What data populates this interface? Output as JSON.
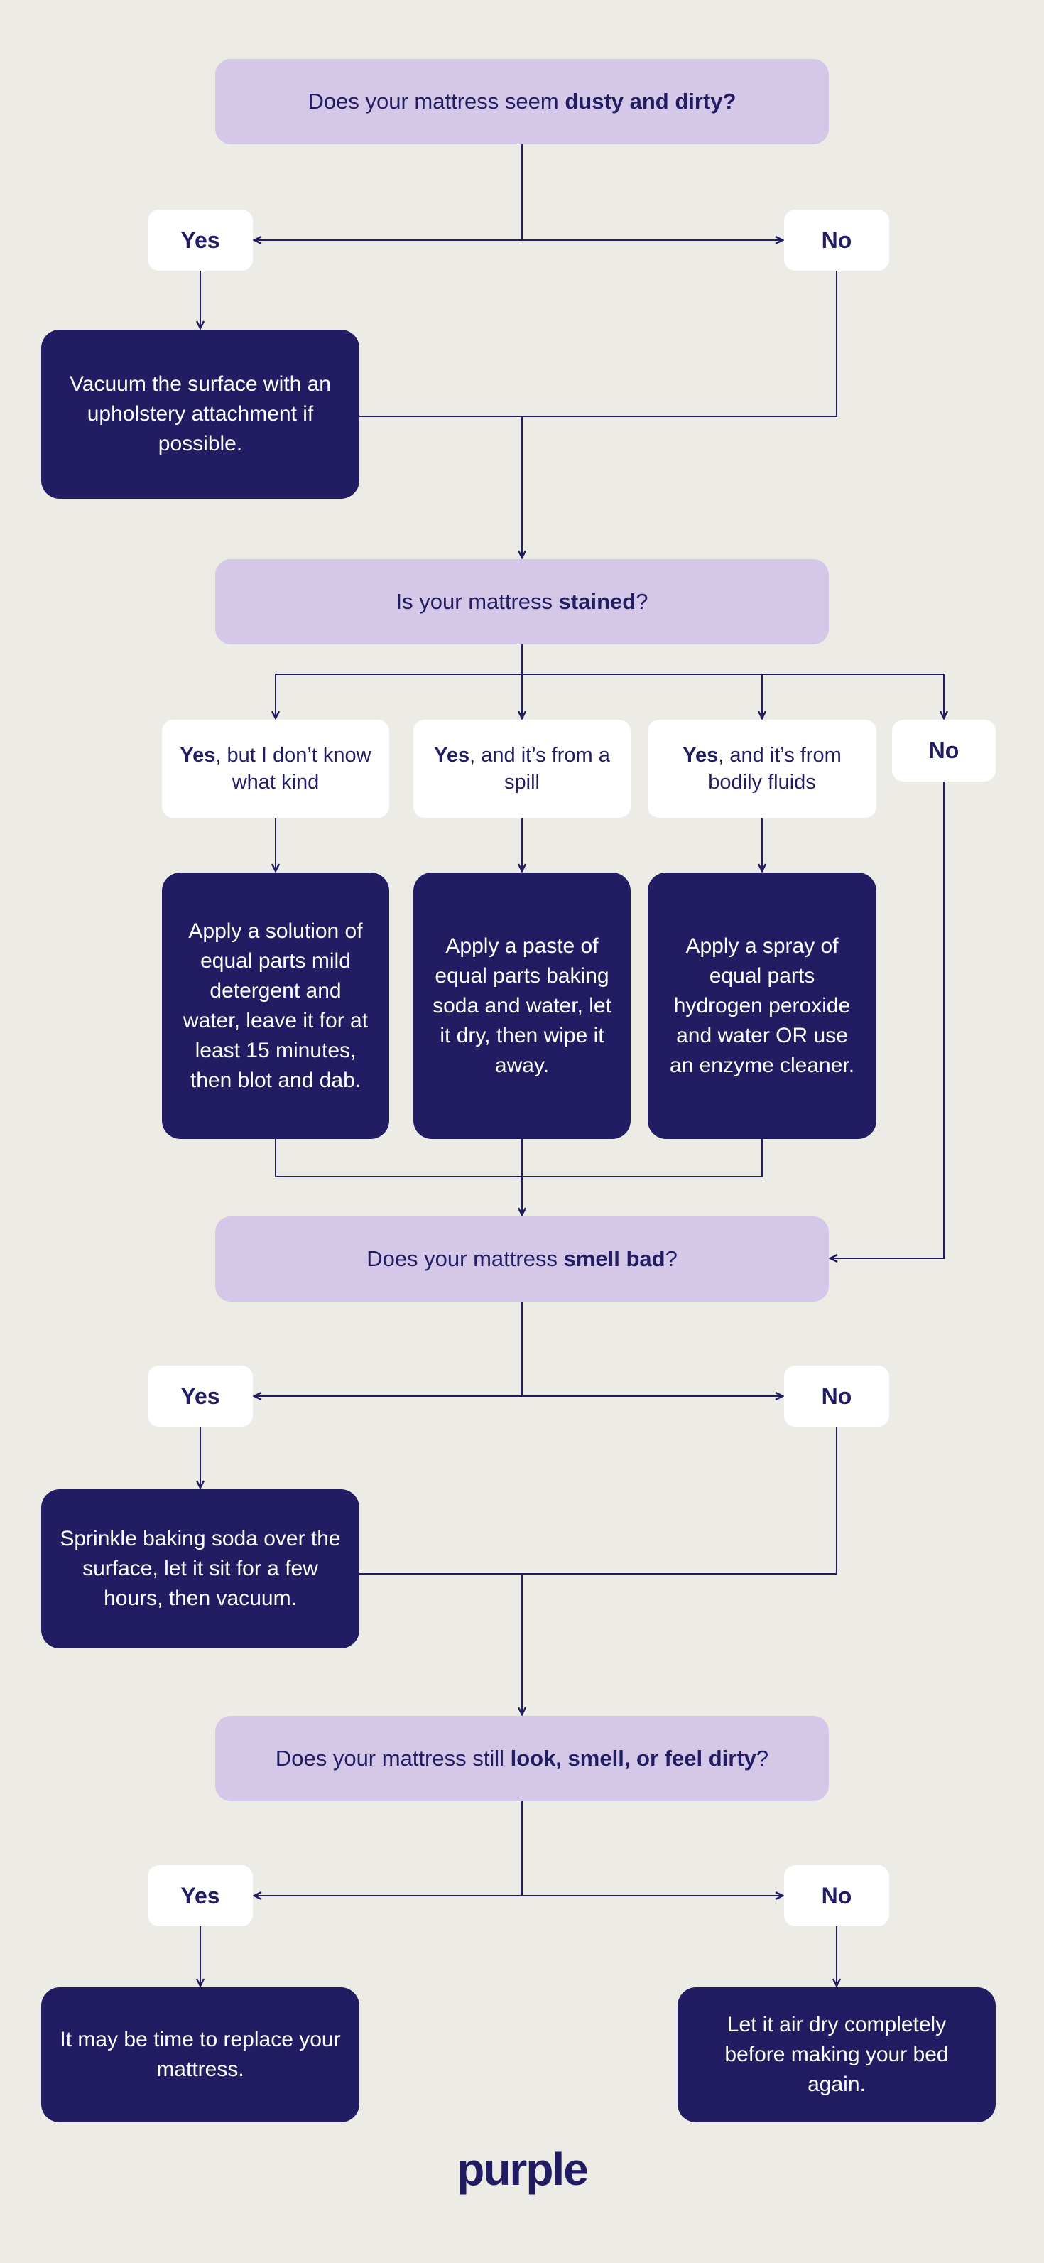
{
  "colors": {
    "background": "#ecebe6",
    "navy": "#221d62",
    "lavender": "#d5c7e8",
    "white": "#ffffff"
  },
  "flow": {
    "q_dusty": {
      "prefix": "Does your mattress seem ",
      "bold": "dusty and dirty?"
    },
    "yes": "Yes",
    "no": "No",
    "vacuum": "Vacuum the surface with an upholstery attachment if possible.",
    "q_stained": {
      "prefix": "Is your mattress ",
      "bold": "stained",
      "suffix": "?"
    },
    "stain_unknown": {
      "bold": "Yes",
      "rest": ", but I don’t know what kind"
    },
    "stain_spill": {
      "bold": "Yes",
      "rest": ", and it’s from a spill"
    },
    "stain_fluids": {
      "bold": "Yes",
      "rest": ", and it’s from bodily fluids"
    },
    "detergent": "Apply a solution of equal parts mild detergent and water, leave it for at least 15 minutes, then blot and dab.",
    "paste": "Apply a paste of equal parts baking soda and water, let it dry, then wipe it away.",
    "peroxide": "Apply a spray of equal parts hydrogen peroxide and water OR use an enzyme cleaner.",
    "q_smell": {
      "prefix": "Does your mattress ",
      "bold": "smell bad",
      "suffix": "?"
    },
    "sprinkle": "Sprinkle baking soda over the surface, let it sit for a few hours, then vacuum.",
    "q_dirty": {
      "prefix": "Does your mattress still ",
      "bold": "look, smell, or feel dirty",
      "suffix": "?"
    },
    "replace": "It may be time to replace your mattress.",
    "airdry": "Let it air dry completely before making your bed again."
  },
  "footer": {
    "logo": "purple"
  }
}
